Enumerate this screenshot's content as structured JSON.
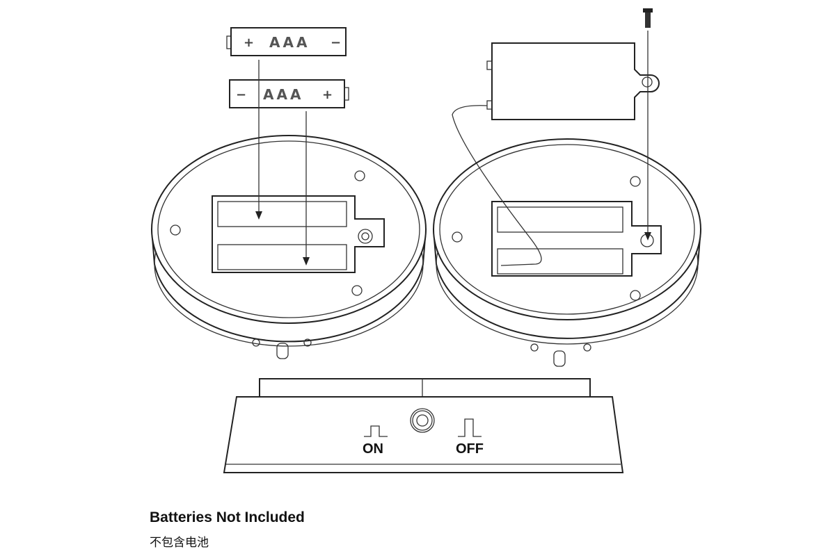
{
  "battery_top": {
    "plus": "+",
    "label": "AAA",
    "minus": "−"
  },
  "battery_bottom": {
    "minus": "−",
    "label": "AAA",
    "plus": "+"
  },
  "switch": {
    "on_label": "ON",
    "off_label": "OFF"
  },
  "caption": {
    "english": "Batteries Not Included",
    "chinese": "不包含电池"
  }
}
